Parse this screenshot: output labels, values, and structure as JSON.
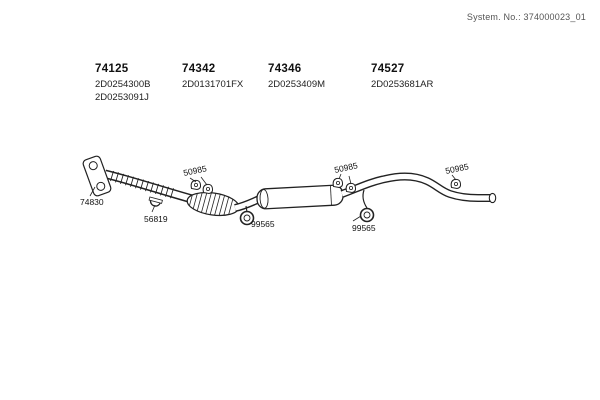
{
  "header": {
    "system_no": "System. No.: 374000023_01"
  },
  "part_groups": [
    {
      "number": "74125",
      "codes": [
        "2D0254300B",
        "2D0253091J"
      ]
    },
    {
      "number": "74342",
      "codes": [
        "2D0131701FX"
      ]
    },
    {
      "number": "74346",
      "codes": [
        "2D0253409M"
      ]
    },
    {
      "number": "74527",
      "codes": [
        "2D0253681AR"
      ]
    }
  ],
  "callouts": {
    "flange": "74830",
    "clamp": "56819",
    "hanger": "50985",
    "mount": "99565"
  },
  "diagram": {
    "description": "Exhaust system parts diagram: flange, flexible pipe, catalytic converter, muffler, tailpipe with hangers and mounts"
  }
}
